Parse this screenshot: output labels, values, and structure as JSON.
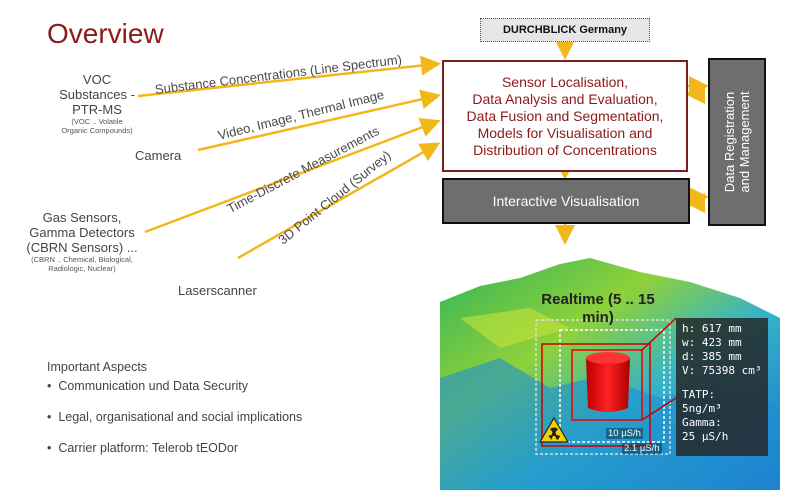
{
  "title": "Overview",
  "sources": {
    "voc": {
      "line1": "VOC",
      "line2": "Substances -",
      "line3": "PTR-MS",
      "note1": "(VOC .. Volatile",
      "note2": "Organic Compounds)"
    },
    "camera": "Camera",
    "gas": {
      "line1": "Gas Sensors,",
      "line2": "Gamma Detectors",
      "line3": "(CBRN Sensors) ...",
      "note1": "(CBRN .. Chemical, Biological,",
      "note2": "Radiologic, Nuclear)"
    },
    "laser": "Laserscanner"
  },
  "arrow_labels": {
    "substance": "Substance Concentrations (Line Spectrum)",
    "video": "Video, Image, Thermal Image",
    "time": "Time-Discrete Measurements",
    "cloud": "3D Point Cloud (Survey)"
  },
  "boxes": {
    "durchblick": "DURCHBLICK Germany",
    "sensor": [
      "Sensor Localisation,",
      "Data Analysis and Evaluation,",
      "Data Fusion and Segmentation,",
      "Models for Visualisation and",
      "Distribution of Concentrations"
    ],
    "interactive": "Interactive Visualisation",
    "registration": [
      "Data Registration",
      "and Management"
    ]
  },
  "aspects": {
    "heading": "Important Aspects",
    "items": [
      "Communication und Data Security",
      "Legal, organisational and social implications",
      "Carrier platform: Telerob tEODor"
    ]
  },
  "visual": {
    "realtime": "Realtime (5 .. 15 min)",
    "measurements": [
      "h:  617 mm",
      "w: 423 mm",
      "d: 385 mm",
      "V: 75398 cm³",
      "",
      "TATP:",
      "5ng/m³",
      "Gamma:",
      "25 µS/h"
    ],
    "dose_inner": "10 µS/h",
    "dose_outer": "2.1 µS/h"
  },
  "colors": {
    "accent": "#8c1a1a",
    "arrow": "#f2b718",
    "box_gray": "#6e6e6e"
  }
}
